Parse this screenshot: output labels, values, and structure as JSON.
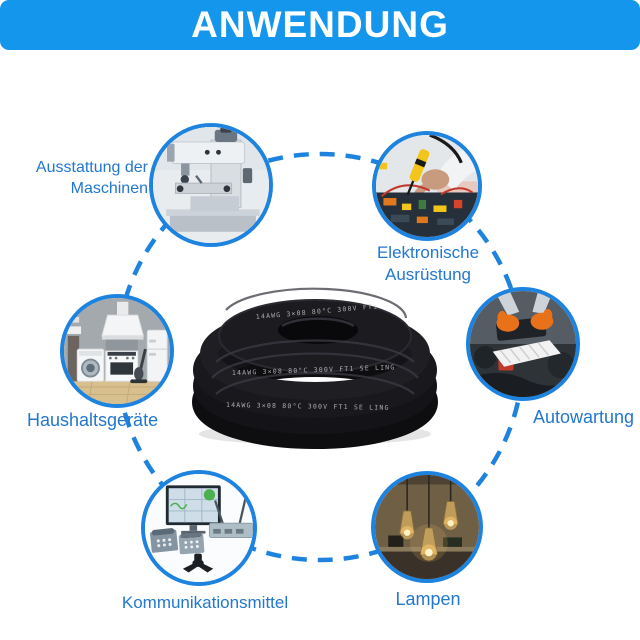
{
  "header": {
    "title": "ANWENDUNG"
  },
  "colors": {
    "banner_blue": "#1496ec",
    "circle_border_blue": "#1d83de",
    "label_blue": "#2277cf",
    "dashed_ring_blue": "#1d83de"
  },
  "applications": [
    {
      "id": "maschinen",
      "label_line1": "Ausstattung der",
      "label_line2": "Maschinen",
      "image": "milling-machine-photo"
    },
    {
      "id": "elektronik",
      "label_line1": "Elektronische",
      "label_line2": "Ausrüstung",
      "image": "electronics-repair-photo"
    },
    {
      "id": "autowartung",
      "label_line1": "Autowartung",
      "label_line2": "",
      "image": "car-maintenance-photo"
    },
    {
      "id": "lampen",
      "label_line1": "Lampen",
      "label_line2": "",
      "image": "pendant-lamps-photo"
    },
    {
      "id": "kommunikation",
      "label_line1": "Kommunikationsmittel",
      "label_line2": "",
      "image": "communication-devices-photo"
    },
    {
      "id": "haushalt",
      "label_line1": "Haushaltsgeräte",
      "label_line2": "",
      "image": "household-appliances-photo"
    }
  ],
  "center": {
    "cable_marking": "14AWG 3×08 80°C 300V FT1 SE LING"
  }
}
